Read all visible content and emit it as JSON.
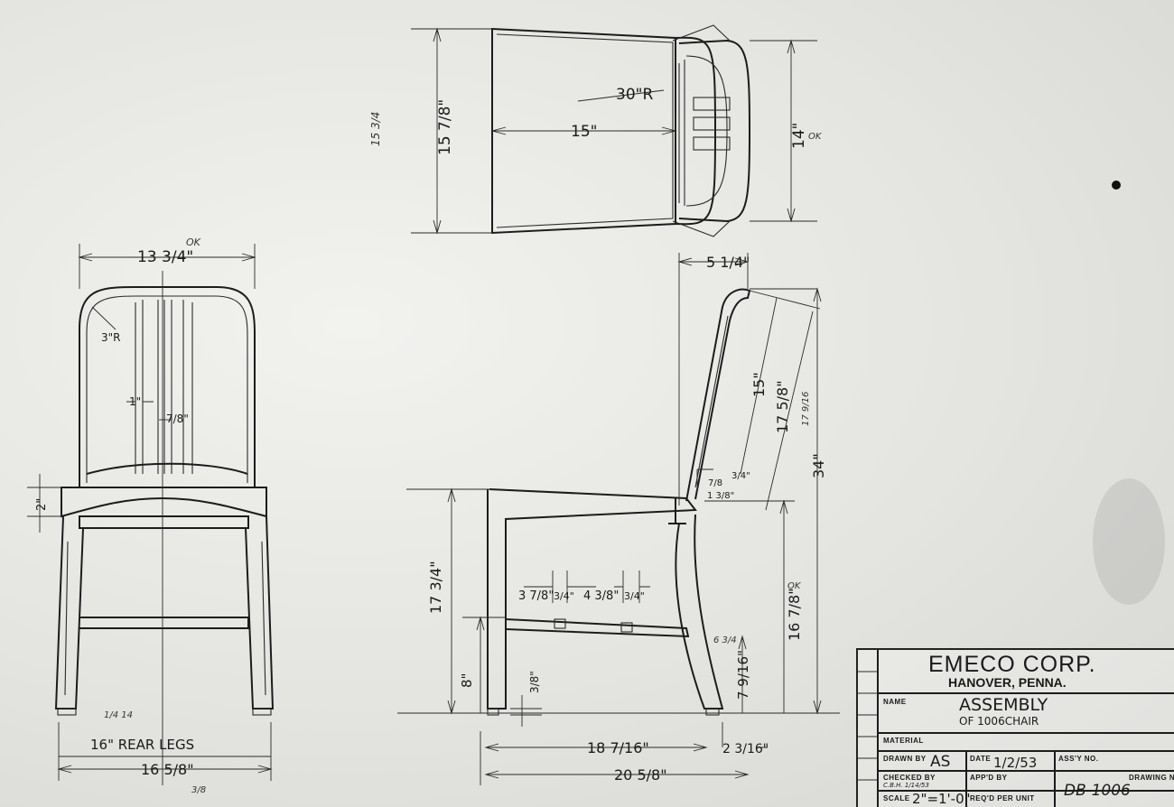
{
  "company": {
    "name": "EMECO CORP.",
    "location": "HANOVER, PENNA."
  },
  "title_block": {
    "name_label": "NAME",
    "name_line1": "ASSEMBLY",
    "name_line2": "OF 1006CHAIR",
    "material_label": "MATERIAL",
    "drawn_by_label": "DRAWN BY",
    "drawn_by": "AS",
    "date_label": "DATE",
    "date": "1/2/53",
    "assy_label": "ASS'Y NO.",
    "checked_by_label": "CHECKED BY",
    "checked_by": "C.B.H. 1/14/53",
    "appd_by_label": "APP'D BY",
    "drawing_no_label": "DRAWING NO.",
    "drawing_no": "DB-1006",
    "scale_label": "SCALE",
    "scale": "2\"=1'-0\"",
    "reqd_label": "REQ'D PER UNIT"
  },
  "top_view": {
    "radius": "30\"R",
    "width": "15\"",
    "depth": "15 7/8\"",
    "depth_note": "15 3/4",
    "right": "14\"",
    "right_note": "OK"
  },
  "front_view": {
    "width": "13 3/4\"",
    "width_note": "OK",
    "corner_radius": "3\"R",
    "slat_width": "1\"",
    "slat_gap": "7/8\"",
    "apron": "2\"",
    "rear_legs": "16\" REAR LEGS",
    "rear_legs_note": "1/4 14",
    "base_width": "16 5/8\"",
    "base_note": "3/8"
  },
  "side_view": {
    "top_offset": "5 1/4\"",
    "back_15": "15\"",
    "back_17": "17 5/8\"",
    "back_17_note": "17 9/16",
    "overall_height": "34\"",
    "back_small_a": "7/8",
    "back_small_b": "1 3/8\"",
    "back_small_c": "3/4\"",
    "seat_height": "17 3/4\"",
    "rear_seat": "16 7/8\"",
    "rear_seat_note": "OK",
    "stretcher_a": "3 7/8\"",
    "stretcher_b": "3/4\"",
    "stretcher_c": "4 3/8\"",
    "stretcher_d": "3/4\"",
    "stretcher_height": "8\"",
    "glide": "3/8\"",
    "rear_height": "7 9/16\"",
    "rear_height_note": "6 3/4",
    "depth_a": "18 7/16\"",
    "depth_b": "2 3/16\"",
    "overall_depth": "20 5/8\""
  }
}
